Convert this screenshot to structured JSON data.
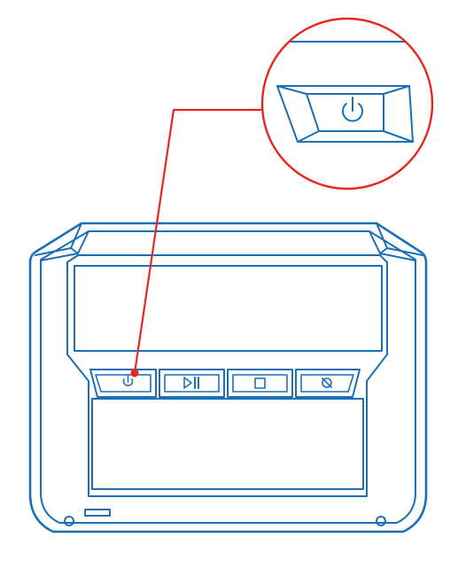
{
  "diagram": {
    "subject": "device-front-panel",
    "callout_target": "power-button",
    "colors": {
      "outline": "#1a6fb5",
      "callout": "#e8261f",
      "background": "#ffffff"
    },
    "buttons": [
      {
        "id": "power-button",
        "icon": "power-icon"
      },
      {
        "id": "play-pause-button",
        "icon": "play-pause-icon"
      },
      {
        "id": "stop-button",
        "icon": "stop-icon"
      },
      {
        "id": "mute-button",
        "icon": "mute-icon"
      }
    ]
  }
}
